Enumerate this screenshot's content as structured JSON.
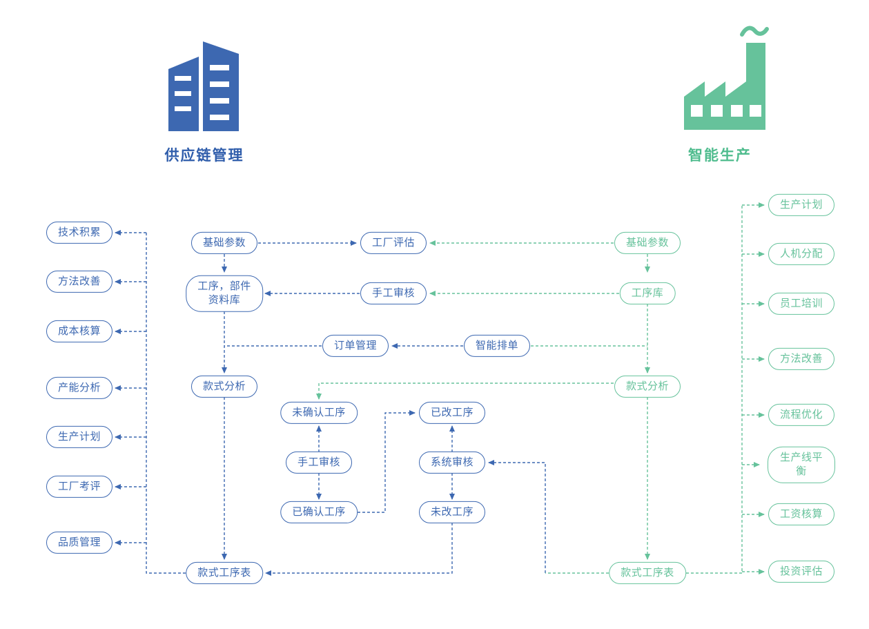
{
  "sections": {
    "supply_chain": {
      "title": "供应链管理",
      "icon": "building-icon",
      "color": "#3d68b1"
    },
    "smart_production": {
      "title": "智能生产",
      "icon": "factory-icon",
      "color": "#66c29b"
    }
  },
  "left_modules": [
    "技术积累",
    "方法改善",
    "成本核算",
    "产能分析",
    "生产计划",
    "工厂考评",
    "品质管理"
  ],
  "right_modules": [
    "生产计划",
    "人机分配",
    "员工培训",
    "方法改善",
    "流程优化",
    "生产线平衡",
    "工资核算",
    "投资评估"
  ],
  "blue_chain": {
    "basic_params": "基础参数",
    "process_parts_db": "工序，部件\n资料库",
    "style_analysis": "款式分析",
    "style_process_table": "款式工序表"
  },
  "center_flow": {
    "factory_evaluation": "工厂评估",
    "manual_review_top": "手工审核",
    "order_management": "订单管理",
    "smart_scheduling": "智能排单",
    "unconfirmed_process": "未确认工序",
    "manual_review": "手工审核",
    "confirmed_process": "已确认工序",
    "changed_process": "已改工序",
    "system_review": "系统审核",
    "unchanged_process": "未改工序"
  },
  "green_chain": {
    "basic_params": "基础参数",
    "process_library": "工序库",
    "style_analysis": "款式分析",
    "style_process_table": "款式工序表"
  }
}
